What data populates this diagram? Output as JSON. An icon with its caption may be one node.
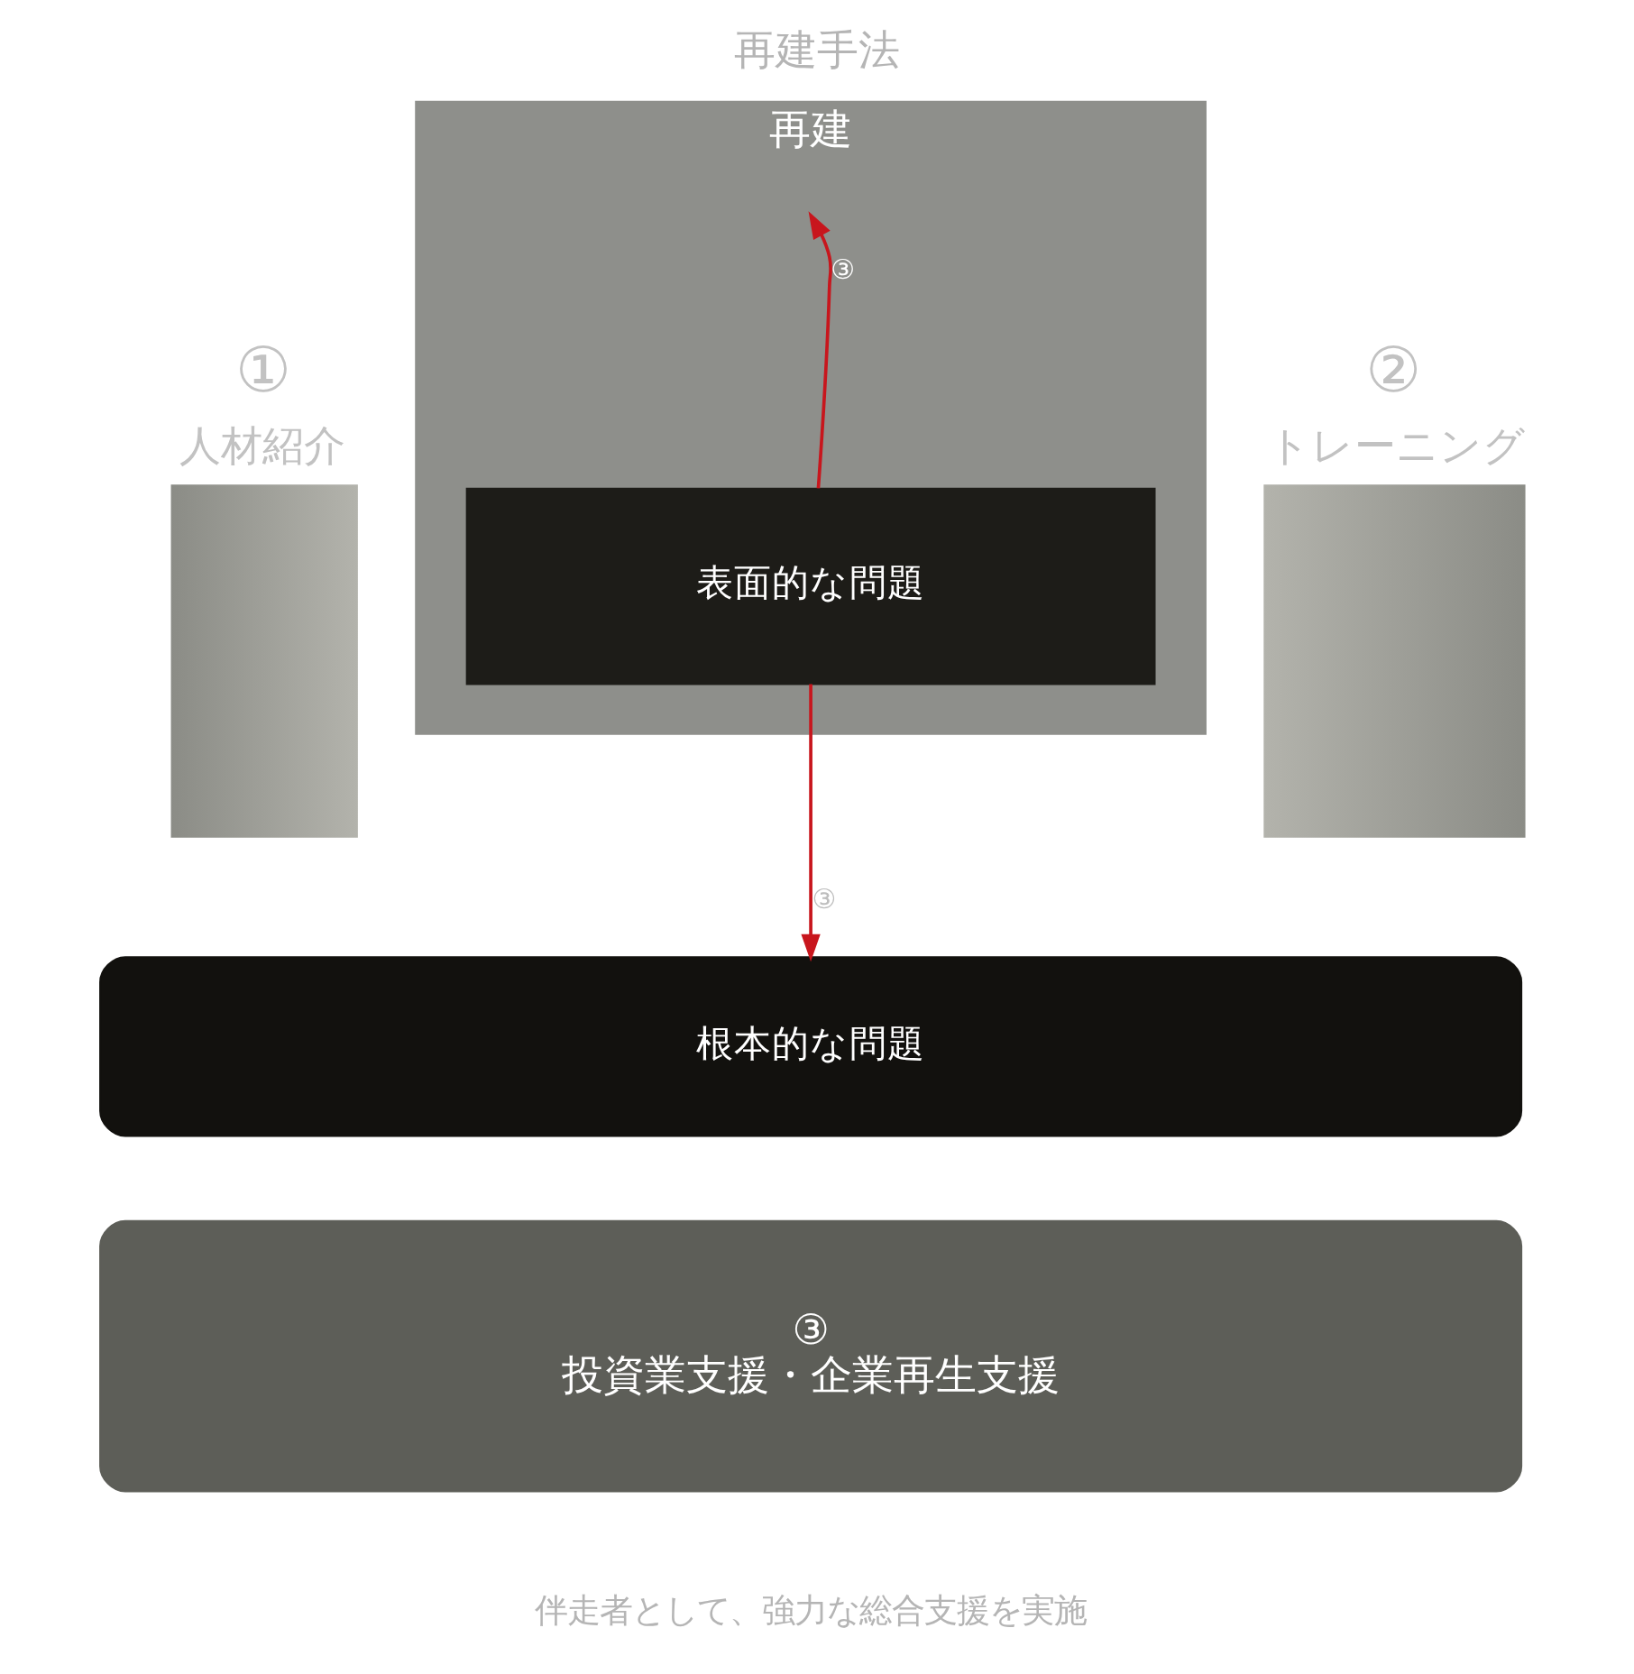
{
  "diagram": {
    "title": "再建手法",
    "caption": "伴走者として、強力な総合支援を実施",
    "nodes": [
      {
        "text": [
          "再建"
        ]
      },
      {
        "text": [
          "①",
          "人材紹介"
        ]
      },
      {
        "text": [
          "②",
          "トレーニング"
        ]
      },
      {
        "text": [
          "表面的な問題"
        ],
        "in": 0
      },
      {
        "text": [
          "根本的な問題"
        ]
      },
      {
        "text": [
          "③",
          "投資業支援・企業再生支援"
        ]
      }
    ],
    "edges": [
      {
        "from": 3,
        "to": 0,
        "arrow": "to",
        "label": "③"
      },
      {
        "from": 3,
        "to": 4,
        "arrow": "to",
        "label": "③"
      }
    ]
  }
}
